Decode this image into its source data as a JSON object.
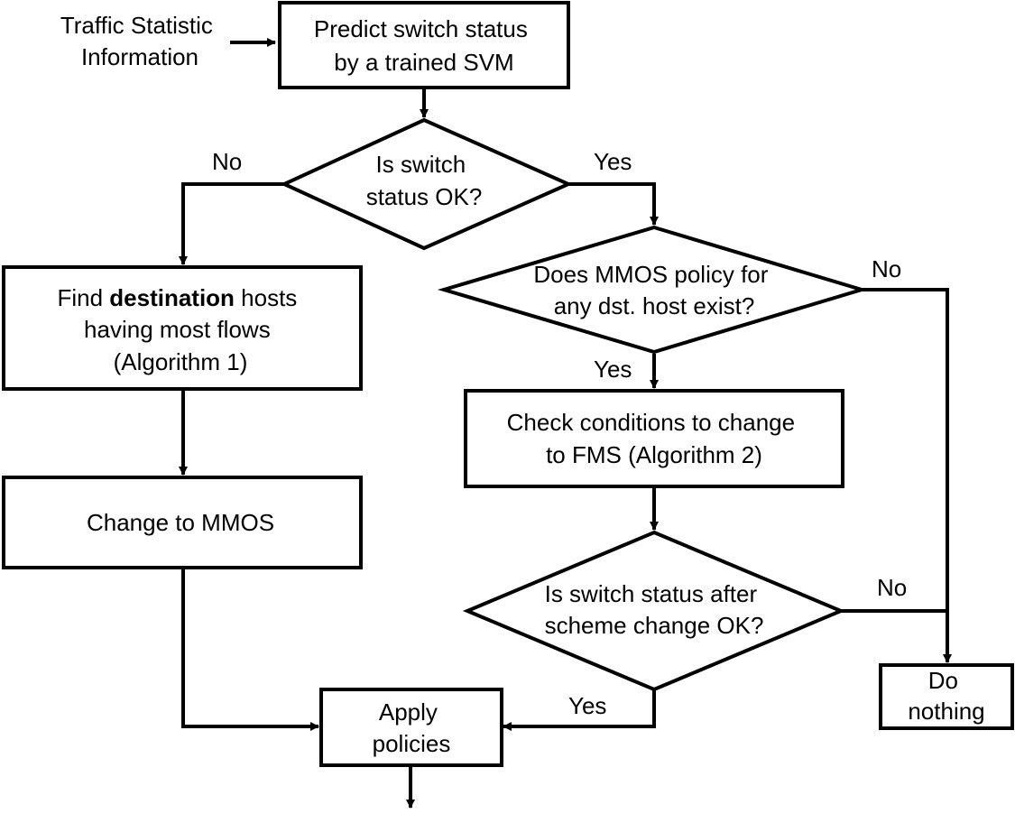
{
  "input": {
    "line1": "Traffic Statistic",
    "line2": "Information"
  },
  "predict": {
    "line1": "Predict switch status",
    "line2": "by a trained SVM"
  },
  "decision_status": {
    "line1": "Is switch",
    "line2": "status OK?"
  },
  "find_hosts": {
    "pre": "Find ",
    "bold": "destination",
    "post": " hosts",
    "line2": "having most flows",
    "line3": "(Algorithm 1)"
  },
  "change_mmos": {
    "label": "Change to MMOS"
  },
  "decision_policy": {
    "line1": "Does MMOS policy for",
    "line2": "any dst. host exist?"
  },
  "check_conditions": {
    "line1": "Check conditions to change",
    "line2": "to FMS (Algorithm 2)"
  },
  "decision_after": {
    "line1": "Is switch status after",
    "line2": "scheme change OK?"
  },
  "apply": {
    "line1": "Apply",
    "line2": "policies"
  },
  "do_nothing": {
    "line1": "Do",
    "line2": "nothing"
  },
  "labels": {
    "no_status": "No",
    "yes_status": "Yes",
    "no_policy": "No",
    "yes_policy": "Yes",
    "no_after": "No",
    "yes_after": "Yes"
  }
}
